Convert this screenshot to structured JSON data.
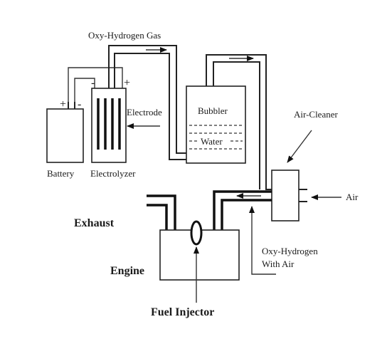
{
  "labels": {
    "oxy_gas": "Oxy-Hydrogen Gas",
    "electrode": "Electrode",
    "bubbler": "Bubbler",
    "water": "Water",
    "air_cleaner": "Air-Cleaner",
    "air": "Air",
    "battery": "Battery",
    "electrolyzer": "Electrolyzer",
    "exhaust": "Exhaust",
    "engine": "Engine",
    "oxy_air_line1": "Oxy-Hydrogen",
    "oxy_air_line2": "With Air",
    "fuel_injector": "Fuel Injector"
  },
  "polarity": {
    "plus": "+",
    "minus": "-"
  }
}
